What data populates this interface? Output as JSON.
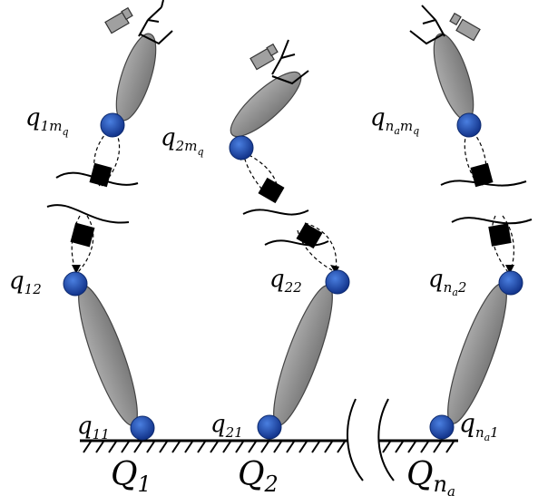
{
  "joints": {
    "chain1": {
      "top": {
        "base": "q",
        "sub": "1m",
        "subsub": "q"
      },
      "second": {
        "base": "q",
        "sub": "12"
      },
      "base": {
        "base": "q",
        "sub": "11"
      }
    },
    "chain2": {
      "top": {
        "base": "q",
        "sub": "2m",
        "subsub": "q"
      },
      "second": {
        "base": "q",
        "sub": "22"
      },
      "base": {
        "base": "q",
        "sub": "21"
      }
    },
    "chain3": {
      "top": {
        "base": "q",
        "sub": "n",
        "subsub": "a",
        "sub2": "m",
        "subsub2": "q"
      },
      "second": {
        "base": "q",
        "sub": "n",
        "subsub": "a",
        "sub2": "2"
      },
      "base": {
        "base": "q",
        "sub": "n",
        "subsub": "a",
        "sub2": "1"
      }
    }
  },
  "robots": {
    "r1": {
      "base": "Q",
      "sub": "1"
    },
    "r2": {
      "base": "Q",
      "sub": "2"
    },
    "r3": {
      "base": "Q",
      "sub": "n",
      "subsub": "a"
    }
  },
  "colors": {
    "joint": "#1f4fb0",
    "link": "#8a8a8a",
    "block": "#000000"
  }
}
